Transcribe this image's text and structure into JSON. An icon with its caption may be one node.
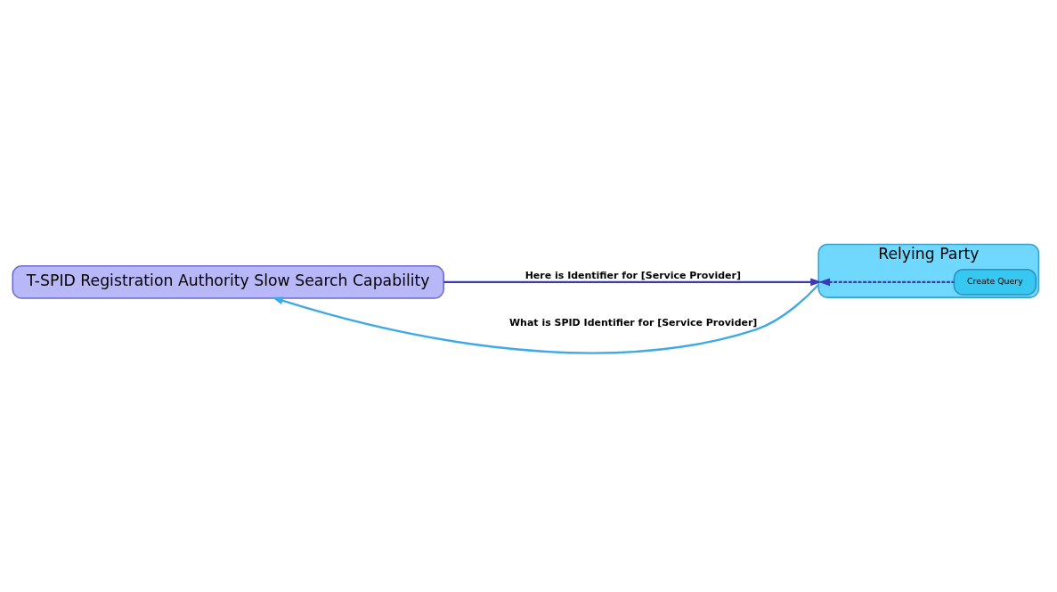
{
  "diagram": {
    "nodes": [
      {
        "text": [
          "T-SPID Registration Authority Slow Search Capability"
        ]
      },
      {
        "text": [
          "Relying Party"
        ]
      },
      {
        "text": [
          "Create Query"
        ],
        "in": 1
      }
    ],
    "edges": [
      {
        "from": 1,
        "to": 0,
        "arrow": "to",
        "label": "What is SPID Identifier for [Service Provider]",
        "color": "#3fa9e8"
      },
      {
        "from": 2,
        "to": 1,
        "arrow": "to",
        "style": "dashed",
        "color": "#3a3ab8"
      },
      {
        "from": 0,
        "to": 1,
        "arrow": "to",
        "label": "Here is Identifier for [Service Provider]",
        "color": "#3a3ab8"
      }
    ]
  }
}
